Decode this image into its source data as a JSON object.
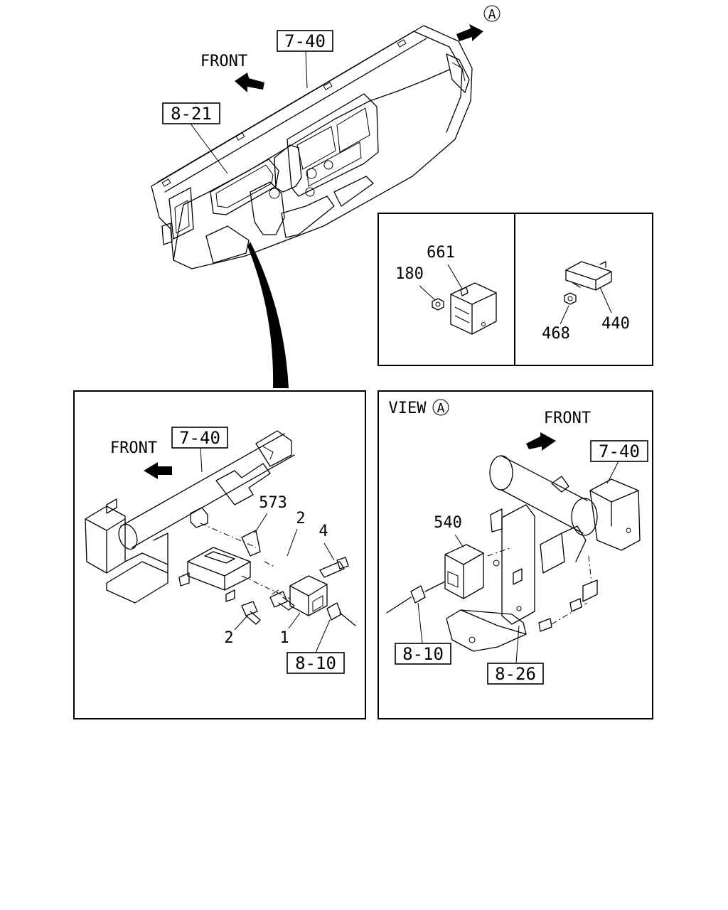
{
  "callouts": {
    "main_dashboard": "7-40",
    "main_instrument": "8-21",
    "main_view_marker": "A",
    "main_front": "FRONT",
    "detail_nut": "180",
    "detail_relay": "661",
    "detail_nut2": "468",
    "detail_unit": "440",
    "left_front": "FRONT",
    "left_dashboard": "7-40",
    "left_bracket": "573",
    "left_bolt_top": "2",
    "left_screw": "4",
    "left_bolt_bottom": "2",
    "left_relay": "1",
    "left_harness": "8-10",
    "view_title": "VIEW",
    "view_marker": "A",
    "view_front": "FRONT",
    "view_dashboard": "7-40",
    "view_module": "540",
    "view_harness": "8-10",
    "view_bracket": "8-26"
  }
}
